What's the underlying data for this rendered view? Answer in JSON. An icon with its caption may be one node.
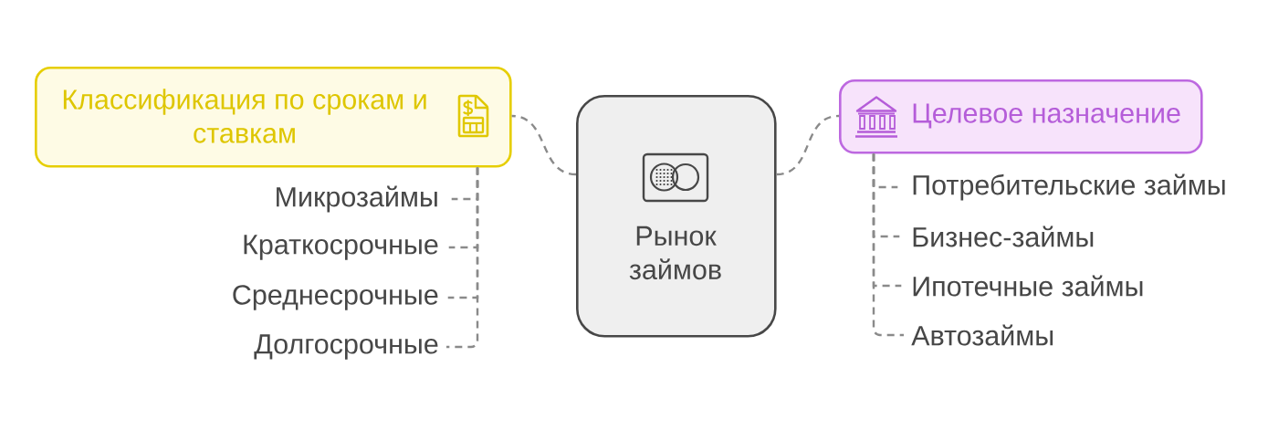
{
  "diagram": {
    "nodes": [
      {
        "text": [
          "Рынок займов"
        ]
      },
      {
        "text": [
          "Классификация по срокам и ставкам"
        ]
      },
      {
        "text": [
          "Целевое назначение"
        ]
      },
      {
        "text": [
          "Микрозаймы"
        ]
      },
      {
        "text": [
          "Краткосрочные"
        ]
      },
      {
        "text": [
          "Среднесрочные"
        ]
      },
      {
        "text": [
          "Долгосрочные"
        ]
      },
      {
        "text": [
          "Потребительские займы"
        ]
      },
      {
        "text": [
          "Бизнес-займы"
        ]
      },
      {
        "text": [
          "Ипотечные займы"
        ]
      },
      {
        "text": [
          "Автозаймы"
        ]
      }
    ],
    "edges": [
      {
        "from": 0,
        "to": 1,
        "arrow": "none",
        "style": "dashed"
      },
      {
        "from": 0,
        "to": 2,
        "arrow": "none",
        "style": "dashed"
      },
      {
        "from": 1,
        "to": 3,
        "arrow": "none",
        "style": "dashed"
      },
      {
        "from": 1,
        "to": 4,
        "arrow": "none",
        "style": "dashed"
      },
      {
        "from": 1,
        "to": 5,
        "arrow": "none",
        "style": "dashed"
      },
      {
        "from": 1,
        "to": 6,
        "arrow": "none",
        "style": "dashed"
      },
      {
        "from": 2,
        "to": 7,
        "arrow": "none",
        "style": "dashed"
      },
      {
        "from": 2,
        "to": 8,
        "arrow": "none",
        "style": "dashed"
      },
      {
        "from": 2,
        "to": 9,
        "arrow": "none",
        "style": "dashed"
      },
      {
        "from": 2,
        "to": 10,
        "arrow": "none",
        "style": "dashed"
      }
    ]
  }
}
